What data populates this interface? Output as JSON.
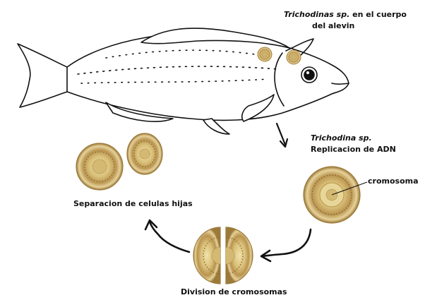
{
  "labels": {
    "trichodinas_italic": "Trichodinas sp.",
    "trichodinas_rest": " en el cuerpo",
    "alevin_line2": "del alevin",
    "trichodina_italic": "Trichodina sp.",
    "replicacion": "Replicacion de ADN",
    "cromosoma": "cromosoma",
    "separacion": "Separacion de celulas hijas",
    "division": "Division de cromosomas"
  },
  "colors": {
    "outline": "#111111",
    "cell_ring": "#b8954a",
    "cell_fill": "#e6d49a",
    "cell_inner": "#cdb26c",
    "cell_dots": "#8a6a2e"
  }
}
